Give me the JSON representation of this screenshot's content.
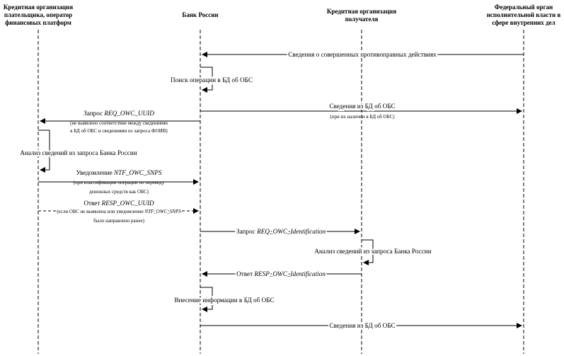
{
  "participants": [
    {
      "line1": "Кредитная организация",
      "line2": "плательщика, оператор",
      "line3": "финансовых платформ"
    },
    {
      "line1": "Банк России"
    },
    {
      "line1": "Кредитная организация",
      "line2": "получателя"
    },
    {
      "line1": "Федеральный орган",
      "line2": "исполнительной власти в",
      "line3": "сфере внутренних дел"
    }
  ],
  "messages": {
    "m1": "Сведения о совершенных противоправных действиях",
    "self1": "Поиск операции в БД об ОБС",
    "m2": "Сведения из БД об ОБС",
    "m2_note": "(при их наличии в БД об ОБС)",
    "m3_prefix": "Запрос ",
    "m3_code": "REQ_OWC_UUID",
    "m3_note1": "(не выявлено соответствие между сведениями",
    "m3_note2": "в БД об ОБС и сведениями из запроса ФОИВ)",
    "self2": "Анализ сведений из запроса Банка России",
    "m4_prefix": "Уведомление ",
    "m4_code": "NTF_OWC_SNPS",
    "m4_note1": "(при классификации операции по переводу",
    "m4_note2": "денежных средств как ОБС)",
    "m5_prefix": "Ответ ",
    "m5_code": "RESP_OWC_UUID",
    "m5_note1a": "(если ОБС не выявлена или уведомление ",
    "m5_note1b": "NTF_OWC_SNPS",
    "m5_note2": "было направлено ранее)",
    "m6_prefix": "Запрос ",
    "m6_code": "REQ_OWC_Identification",
    "self3": "Анализ сведений из запроса Банка России",
    "m7_prefix": "Ответ ",
    "m7_code": "RESP_OWC_Identification",
    "self4": "Внесение информации в БД об ОБС",
    "m8": "Сведения из БД об ОБС"
  }
}
